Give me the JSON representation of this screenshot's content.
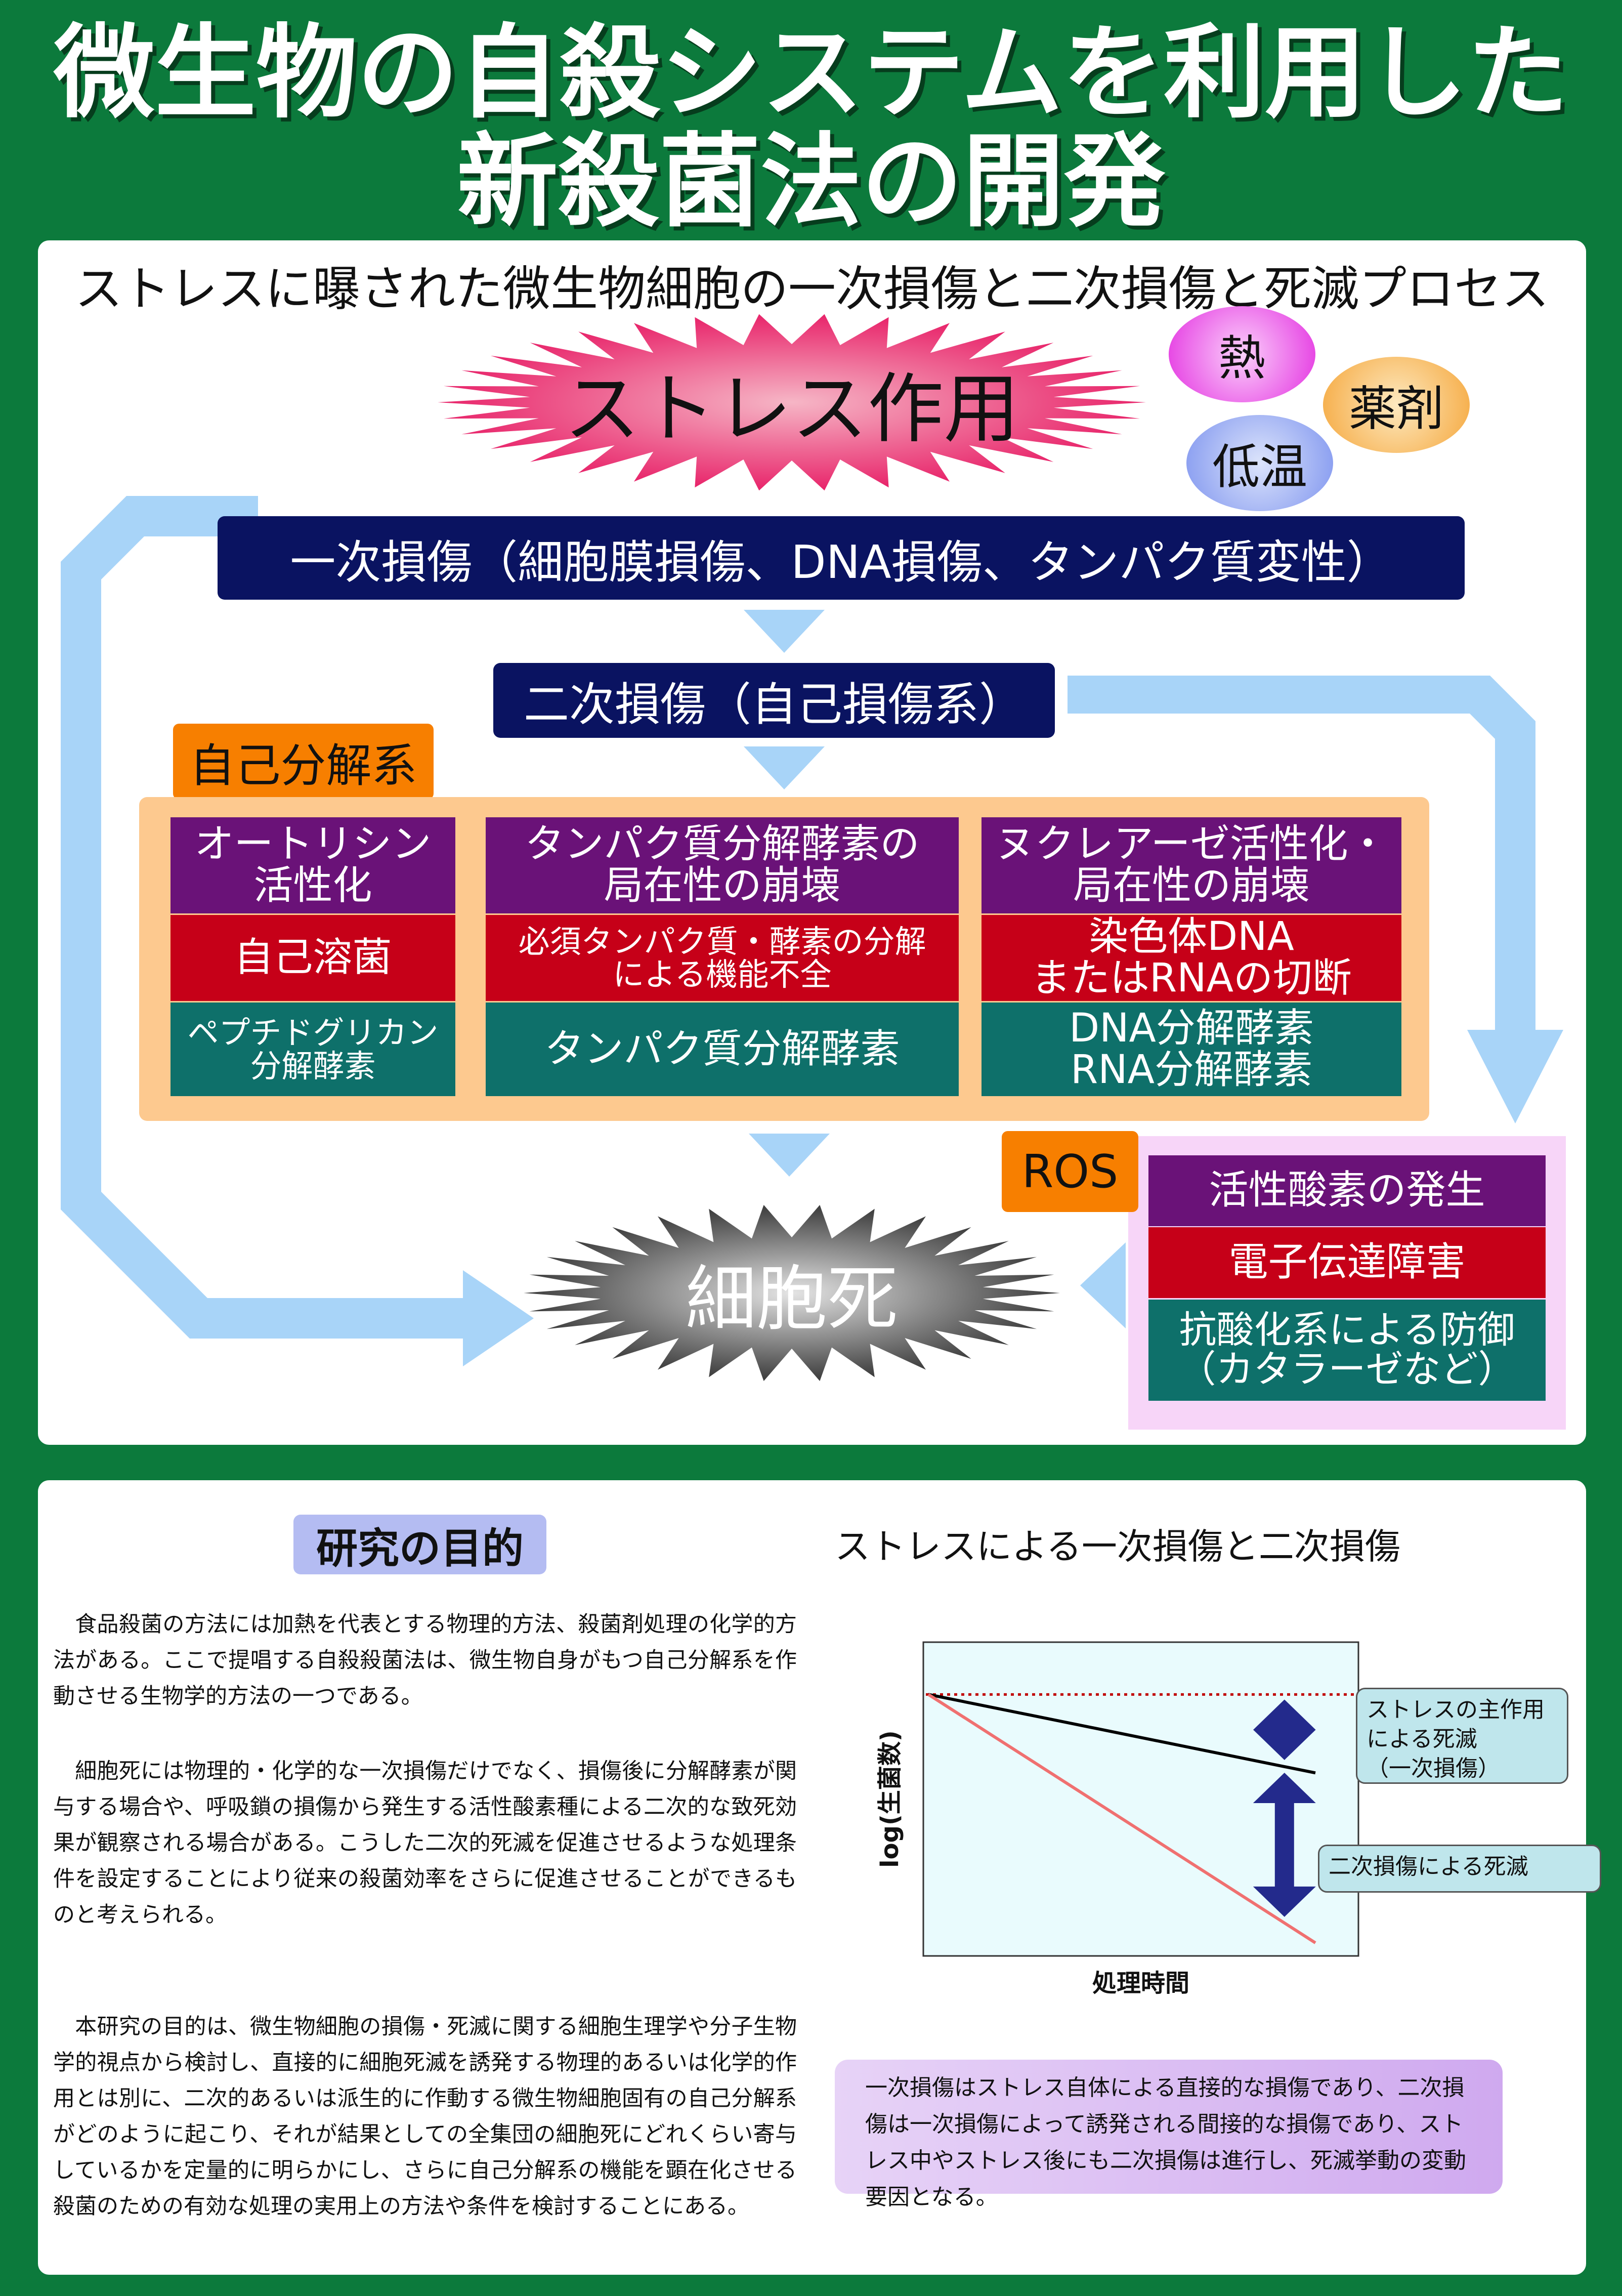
{
  "title": {
    "line1": "微生物の自殺システムを利用した",
    "line2": "新殺菌法の開発"
  },
  "diagram": {
    "subtitle": "ストレスに曝された微生物細胞の一次損傷と二次損傷と死滅プロセス",
    "stress": "ストレス作用",
    "stressors": {
      "heat": "熱",
      "chemical": "薬剤",
      "cold": "低温"
    },
    "primary_damage": "一次損傷（細胞膜損傷、DNA損傷、タンパク質変性）",
    "secondary_damage": "二次損傷（自己損傷系）",
    "autolysis_tag": "自己分解系",
    "columns": [
      {
        "top": "オートリシン\n活性化",
        "mid": "自己溶菌",
        "bottom": "ペプチドグリカン\n分解酵素"
      },
      {
        "top": "タンパク質分解酵素の\n局在性の崩壊",
        "mid": "必須タンパク質・酵素の分解\nによる機能不全",
        "bottom": "タンパク質分解酵素"
      },
      {
        "top": "ヌクレアーゼ活性化・\n局在性の崩壊",
        "mid": "染色体DNA\nまたはRNAの切断",
        "bottom": "DNA分解酵素\nRNA分解酵素"
      }
    ],
    "ros_tag": "ROS",
    "ros": {
      "top": "活性酸素の発生",
      "mid": "電子伝達障害",
      "bottom": "抗酸化系による防御\n（カタラーゼなど）"
    },
    "cell_death": "細胞死"
  },
  "purpose": {
    "heading": "研究の目的",
    "p1": "　食品殺菌の方法には加熱を代表とする物理的方法、殺菌剤処理の化学的方法がある。ここで提唱する自殺殺菌法は、微生物自身がもつ自己分解系を作動させる生物学的方法の一つである。",
    "p2": "　細胞死には物理的・化学的な一次損傷だけでなく、損傷後に分解酵素が関与する場合や、呼吸鎖の損傷から発生する活性酸素種による二次的な致死効果が観察される場合がある。こうした二次的死滅を促進させるような処理条件を設定することにより従来の殺菌効率をさらに促進させることができるものと考えられる。",
    "p3": "　本研究の目的は、微生物細胞の損傷・死滅に関する細胞生理学や分子生物学的視点から検討し、直接的に細胞死滅を誘発する物理的あるいは化学的作用とは別に、二次的あるいは派生的に作動する微生物細胞固有の自己分解系がどのように起こり、それが結果としての全集団の細胞死にどれくらい寄与しているかを定量的に明らかにし、さらに自己分解系の機能を顕在化させる殺菌のための有効な処理の実用上の方法や条件を検討することにある。"
  },
  "chart_data": {
    "type": "line",
    "title": "ストレスによる一次損傷と二次損傷",
    "xlabel": "処理時間",
    "ylabel": "log(生菌数)",
    "x": [
      0,
      1
    ],
    "series": [
      {
        "values": [
          1.0,
          0.7
        ],
        "color": "#000000"
      },
      {
        "values": [
          1.0,
          0.05
        ],
        "color": "#f07070"
      }
    ],
    "reference_line": {
      "value": 1.0,
      "style": "dotted",
      "color": "#c00000"
    },
    "annotations": [
      "ストレスの主作用\nによる死滅\n（一次損傷）",
      "二次損傷による死滅"
    ],
    "ylim": [
      0,
      1.2
    ],
    "grid": false
  },
  "note": "一次損傷はストレス自体による直接的な損傷であり、二次損傷は一次損傷によって誘発される間接的な損傷であり、ストレス中やストレス後にも二次損傷は進行し、死滅挙動の変動要因となる。",
  "colors": {
    "background": "#0c7a3c",
    "navy": "#0a1361",
    "purple": "#6a1278",
    "red": "#c60018",
    "teal": "#0e706a",
    "orange": "#f77f00",
    "arrow": "#a8d4f8"
  }
}
